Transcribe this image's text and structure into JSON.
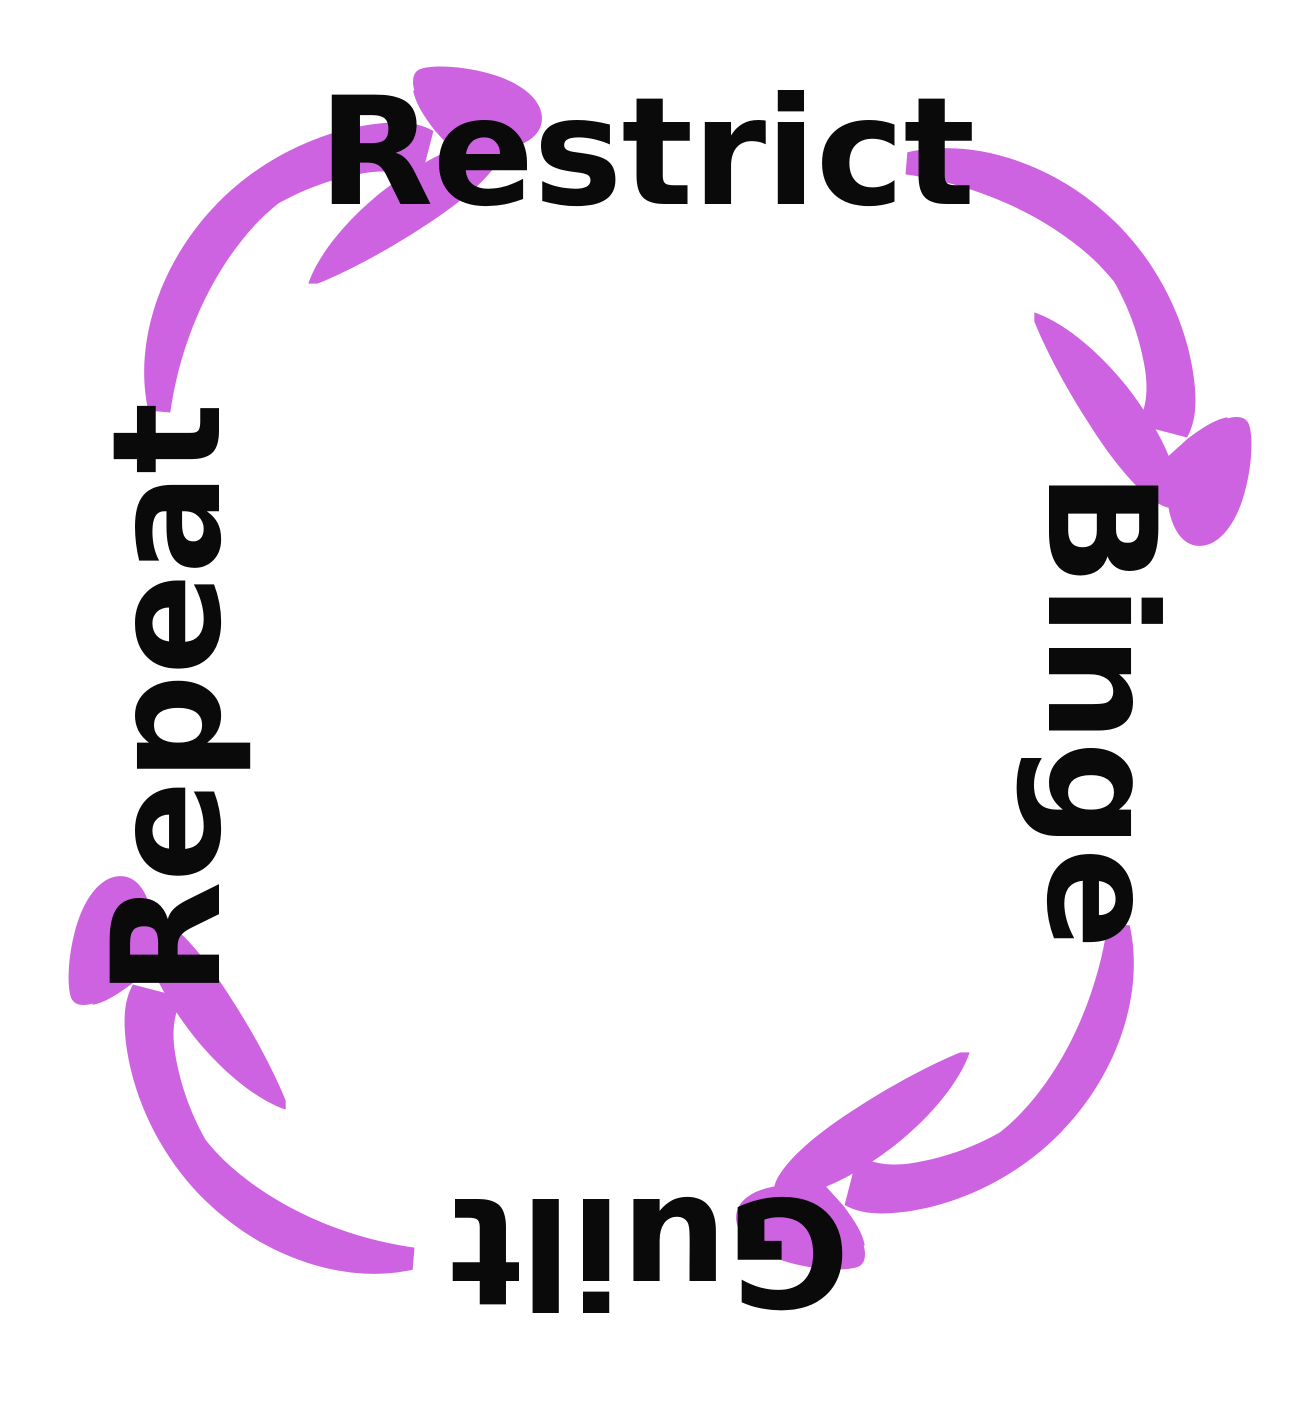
{
  "diagram": {
    "type": "cycle",
    "title": "Restrict Binge Guilt Repeat cycle",
    "background_color": "#ffffff",
    "label_color": "#0a0a0a",
    "arrow_color": "#cd63e0",
    "direction": "clockwise",
    "stages": [
      {
        "id": "restrict",
        "label": "Restrict",
        "position": "top",
        "rotation_deg": 0
      },
      {
        "id": "binge",
        "label": "Binge",
        "position": "right",
        "rotation_deg": 90
      },
      {
        "id": "guilt",
        "label": "Guilt",
        "position": "bottom",
        "rotation_deg": 180
      },
      {
        "id": "repeat",
        "label": "Repeat",
        "position": "left",
        "rotation_deg": -90
      }
    ],
    "arrows": [
      {
        "id": "restrict-to-binge",
        "from": "restrict",
        "to": "binge",
        "corner": "top-right",
        "points": "down-right"
      },
      {
        "id": "binge-to-guilt",
        "from": "binge",
        "to": "guilt",
        "corner": "bottom-right",
        "points": "down-left"
      },
      {
        "id": "guilt-to-repeat",
        "from": "guilt",
        "to": "repeat",
        "corner": "bottom-left",
        "points": "up-left"
      },
      {
        "id": "repeat-to-restrict",
        "from": "repeat",
        "to": "restrict",
        "corner": "top-left",
        "points": "up-right"
      }
    ]
  }
}
